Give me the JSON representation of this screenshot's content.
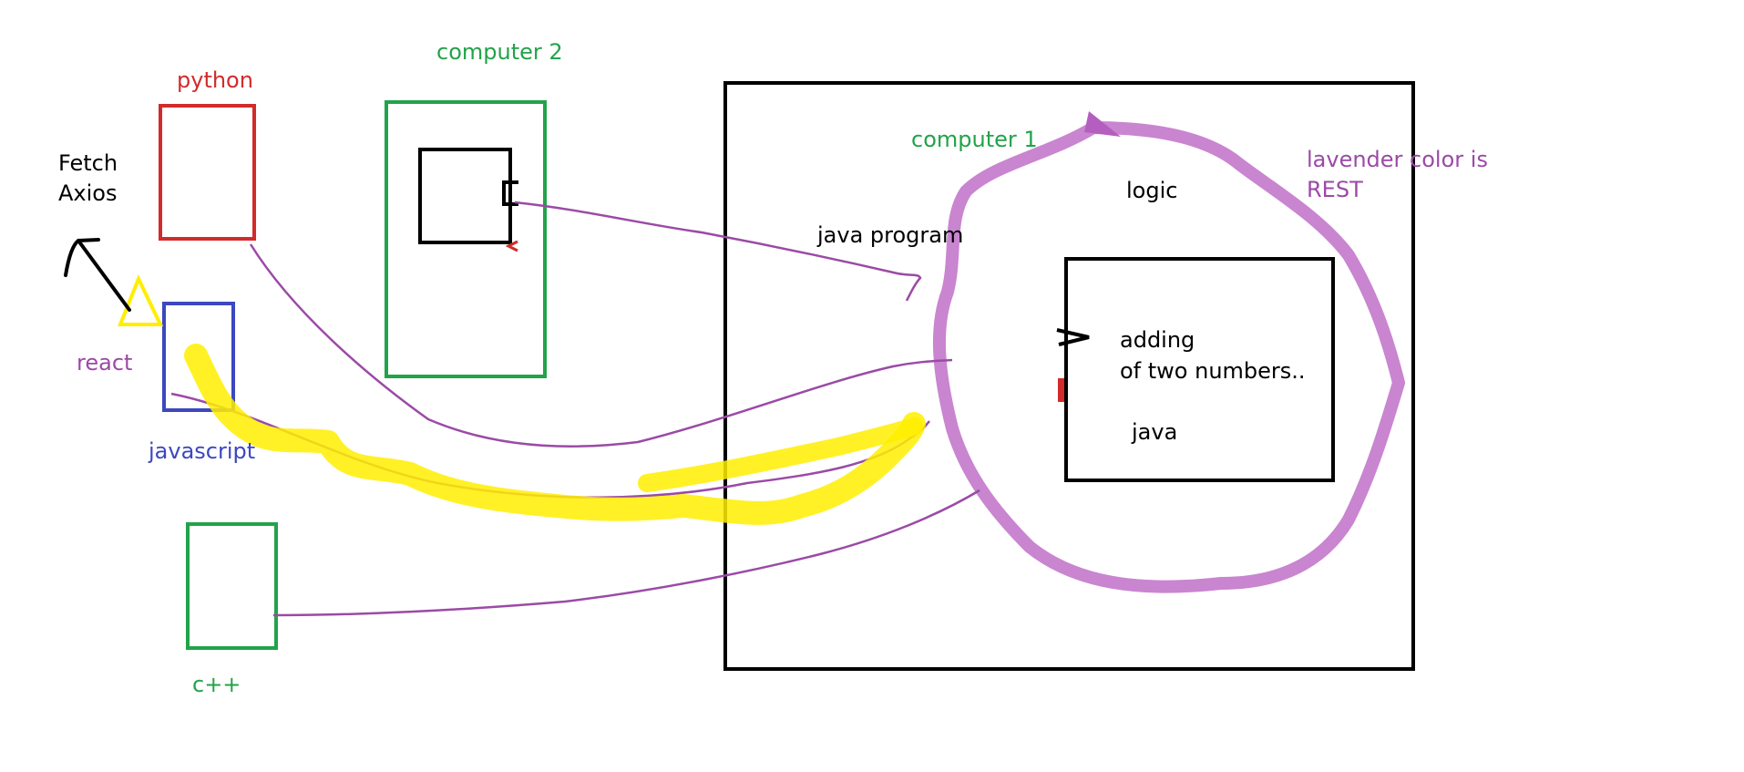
{
  "labels": {
    "python": "python",
    "computer2": "computer 2",
    "computer1": "computer 1",
    "fetch": "Fetch",
    "axios": "Axios",
    "react": "react",
    "javascript": "javascript",
    "cpp": "c++",
    "java_program": "java program",
    "logic": "logic",
    "adding_line1": "adding",
    "adding_line2": "of two numbers..",
    "java": "java",
    "rest_line1": "lavender color is",
    "rest_line2": "REST"
  },
  "colors": {
    "red": "#d22b2b",
    "green": "#22a34a",
    "blue": "#3c47c0",
    "purple": "#9b4aa6",
    "lavender": "#c070c8",
    "yellow": "#ffee00",
    "black": "#000000"
  }
}
